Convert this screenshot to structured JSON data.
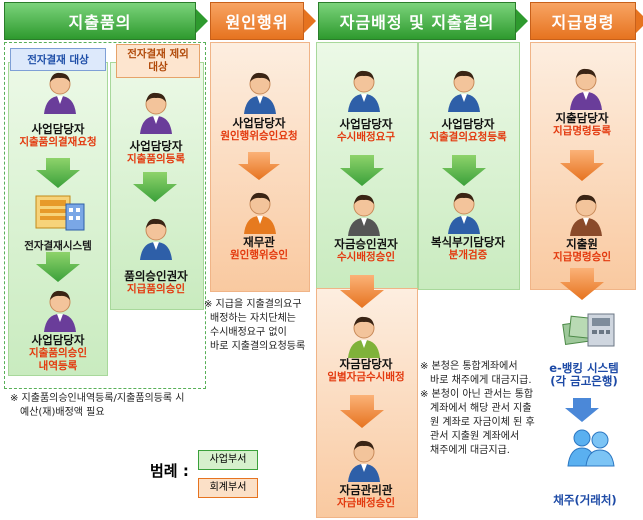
{
  "headers": {
    "col1": "지출품의",
    "col2": "원인행위",
    "col3": "자금배정 및 지출결의",
    "col4": "지급명령"
  },
  "tags": {
    "subject": "전자결재 대상",
    "non_subject": "전자결재 제외 대상"
  },
  "nodes": {
    "n1_role": "사업담당자",
    "n1_task": "지출품의결재요청",
    "n2_name": "전자결재시스템",
    "n3_role": "사업담당자",
    "n3_task1": "지출품의승인",
    "n3_task2": "내역등록",
    "n4_role": "사업담당자",
    "n4_task": "지출품의등록",
    "n5_role": "품의승인권자",
    "n5_task": "지급품의승인",
    "n6_role": "사업담당자",
    "n6_task": "원인행위승인요청",
    "n7_role": "재무관",
    "n7_task": "원인행위승인",
    "n8_role": "사업담당자",
    "n8_task": "수시배정요구",
    "n9_role": "자금승인권자",
    "n9_task": "수시배정승인",
    "n10_role": "자금담당자",
    "n10_task": "일별자금수시배정",
    "n11_role": "자금관리관",
    "n11_task": "자금배정승인",
    "n12_role": "사업담당자",
    "n12_task": "지출결의요청등록",
    "n13_role": "복식부기담당자",
    "n13_task": "분개검증",
    "n14_role": "지출담당자",
    "n14_task": "지급명령등록",
    "n15_role": "지출원",
    "n15_task": "지급명령승인",
    "n16_role": "e-뱅킹 시스템",
    "n16_task": "(각 금고은행)",
    "n17_role": "채주(거래처)"
  },
  "notes": {
    "note1_l1": "※ 지출품의승인내역등록/지출품의등록 시",
    "note1_l2": "예산(재)배정액 필요",
    "note2_l1": "※ 지급을 지출결의요구",
    "note2_l2": "배정하는 자치단체는",
    "note2_l3": "수시배정요구 없이",
    "note2_l4": "바로 지출결의요청등록",
    "note3_l1": "※ 본청은 통합계좌에서",
    "note3_l2": "바로 채주에게 대금지급.",
    "note3_l3": "※ 본청이 아닌 관서는 통합",
    "note3_l4": "계좌에서 해당 관서 지출",
    "note3_l5": "원 계좌로 자금이체 된 후",
    "note3_l6": "관서 지출원 계좌에서",
    "note3_l7": "채주에게 대금지급."
  },
  "legend": {
    "title": "범례 :",
    "green": "사업부서",
    "orange": "회계부서"
  },
  "colors": {
    "green": "#2e9a2e",
    "orange": "#e6731f",
    "task_red": "#e33a0f",
    "blue_tag": "#1f4fa8",
    "bank_text": "#1d4aa6"
  }
}
